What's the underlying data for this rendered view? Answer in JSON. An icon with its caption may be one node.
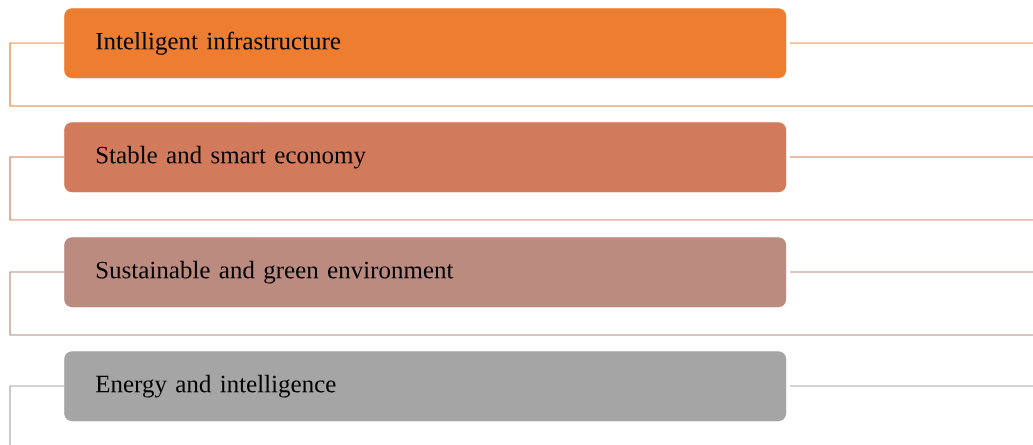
{
  "diagram": {
    "nodes": [
      {
        "text": [
          "Intelligent infrastructure"
        ]
      },
      {
        "text": [
          "Stable and smart economy"
        ]
      },
      {
        "text": [
          "Sustainable and green environment"
        ]
      },
      {
        "text": [
          "Energy and intelligence"
        ]
      }
    ]
  }
}
